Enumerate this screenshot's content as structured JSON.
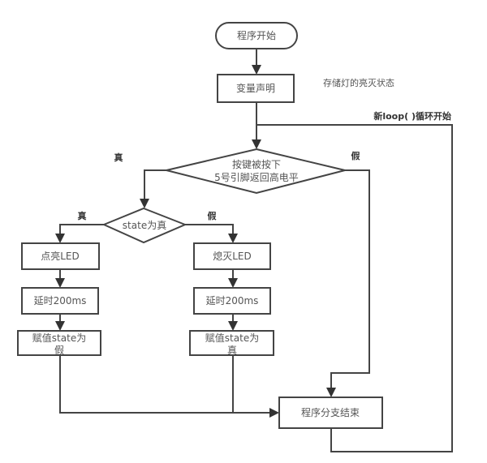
{
  "diagram": {
    "type": "flowchart",
    "nodes": {
      "start": {
        "kind": "terminal",
        "text": "程序开始"
      },
      "declare": {
        "kind": "process",
        "text": "变量声明"
      },
      "button_check": {
        "kind": "decision",
        "line1": "按键被按下",
        "line2": "5号引脚返回高电平"
      },
      "state_check": {
        "kind": "decision",
        "text": "state为真"
      },
      "led_on": {
        "kind": "process",
        "text": "点亮LED"
      },
      "delay_left": {
        "kind": "process",
        "text": "延时200ms"
      },
      "assign_false": {
        "kind": "process",
        "line1": "赋值state为",
        "line2": "假"
      },
      "led_off": {
        "kind": "process",
        "text": "熄灭LED"
      },
      "delay_right": {
        "kind": "process",
        "text": "延时200ms"
      },
      "assign_true": {
        "kind": "process",
        "line1": "赋值state为",
        "line2": "真"
      },
      "end_branch": {
        "kind": "process",
        "text": "程序分支结束"
      }
    },
    "labels": {
      "state_note": "存储灯的亮灭状态",
      "loop_restart": "新loop( )循环开始",
      "button_true": "真",
      "button_false": "假",
      "state_true": "真",
      "state_false": "假"
    },
    "edges": [
      {
        "from": "start",
        "to": "declare"
      },
      {
        "from": "declare",
        "to": "button_check"
      },
      {
        "from": "button_check",
        "to": "state_check",
        "label": "真"
      },
      {
        "from": "button_check",
        "to": "end_branch",
        "label": "假"
      },
      {
        "from": "state_check",
        "to": "led_on",
        "label": "真"
      },
      {
        "from": "state_check",
        "to": "led_off",
        "label": "假"
      },
      {
        "from": "led_on",
        "to": "delay_left"
      },
      {
        "from": "delay_left",
        "to": "assign_false"
      },
      {
        "from": "led_off",
        "to": "delay_right"
      },
      {
        "from": "delay_right",
        "to": "assign_true"
      },
      {
        "from": "assign_false",
        "to": "end_branch"
      },
      {
        "from": "assign_true",
        "to": "end_branch"
      },
      {
        "from": "end_branch",
        "to": "button_check",
        "label": "新loop( )循环开始"
      }
    ],
    "colors": {
      "stroke": "#444444",
      "text": "#555555",
      "background": "#ffffff"
    }
  }
}
